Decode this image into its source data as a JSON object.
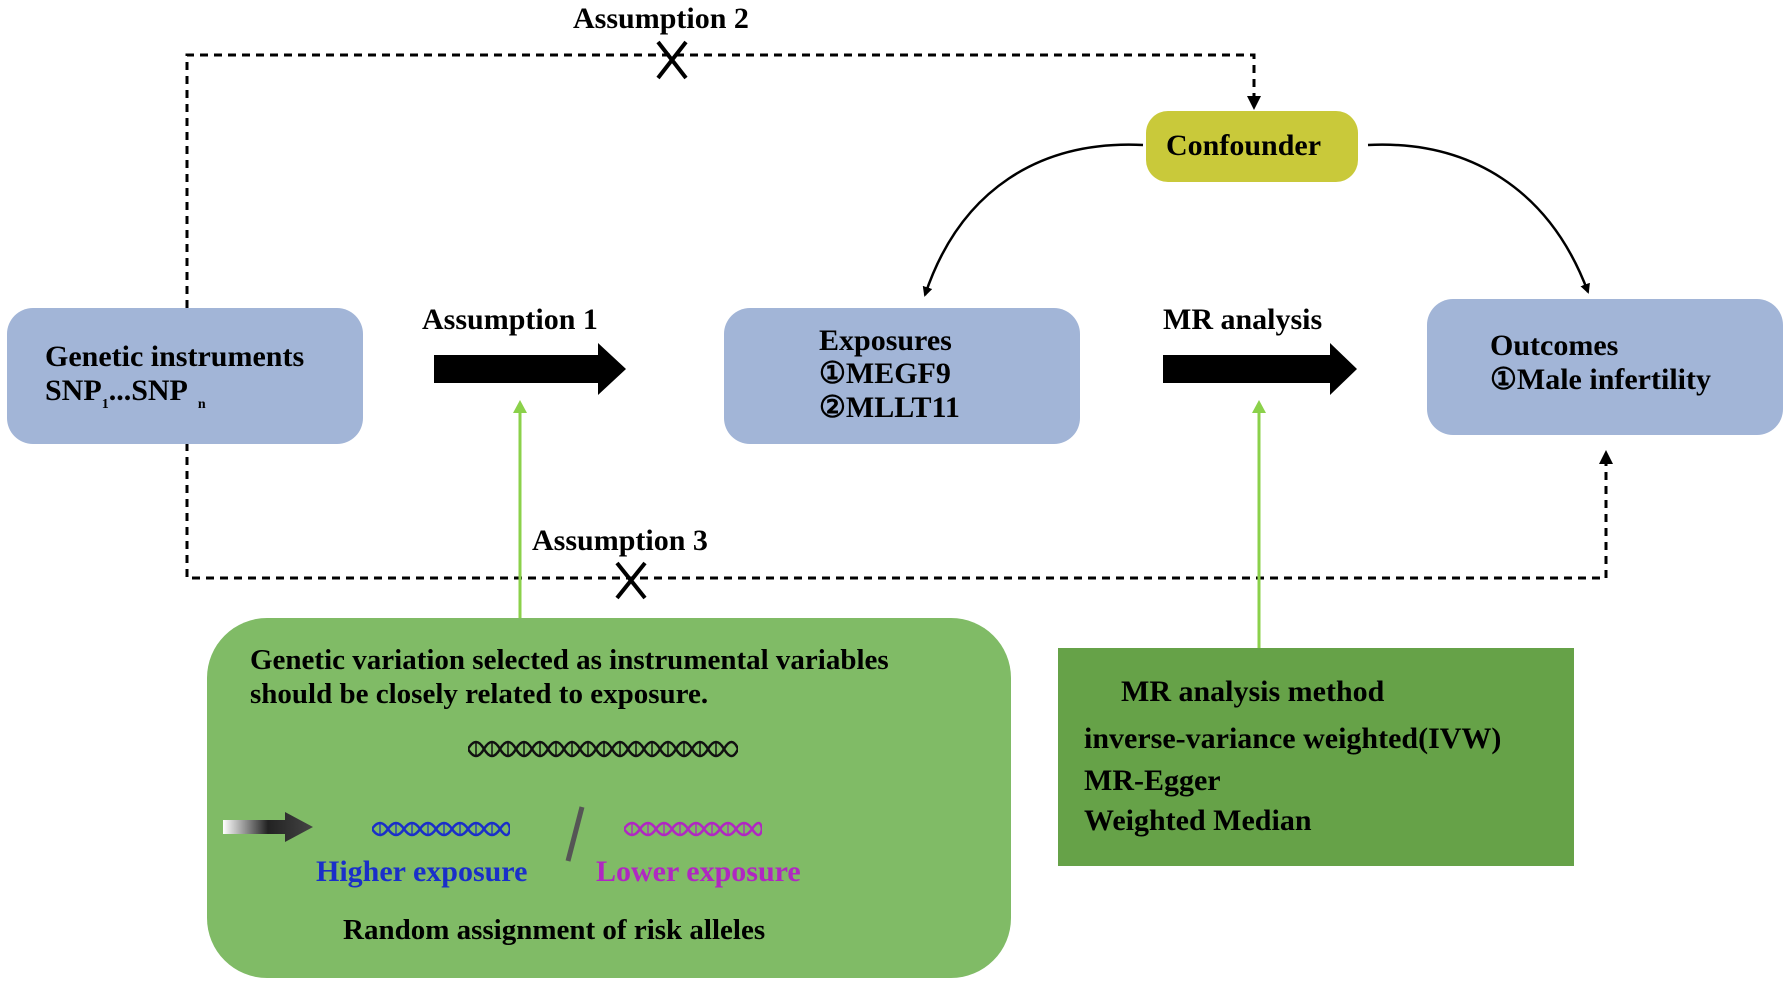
{
  "assumptions": {
    "a1": "Assumption 1",
    "a2": "Assumption 2",
    "a3": "Assumption 3"
  },
  "nodes": {
    "instruments": {
      "line1": "Genetic instruments",
      "snp": "SNP",
      "sub1": "1",
      "ellipsis": "...SNP",
      "subn": "n"
    },
    "exposures": {
      "title": "Exposures",
      "items": [
        "①MEGF9",
        "②MLLT11"
      ]
    },
    "outcomes": {
      "title": "Outcomes",
      "items": [
        "①Male infertility"
      ]
    },
    "confounder": "Confounder"
  },
  "mr_label": "MR analysis",
  "relevance_box": {
    "text_line1": "Genetic variation selected as instrumental variables",
    "text_line2": "should be closely related to exposure.",
    "higher": "Higher exposure",
    "lower": "Lower exposure",
    "random": "Random assignment of risk alleles"
  },
  "method_box": {
    "title": "MR analysis method",
    "methods": [
      "inverse-variance weighted(IVW)",
      "MR-Egger",
      "Weighted Median"
    ]
  },
  "colors": {
    "node_fill": "#a2b5d7",
    "confounder_fill": "#c9c93a",
    "relevance_fill": "#80bb66",
    "method_fill": "#66a248",
    "green_line": "#8bd14a",
    "higher_text": "#1a2fc9",
    "lower_text": "#b027c2"
  }
}
